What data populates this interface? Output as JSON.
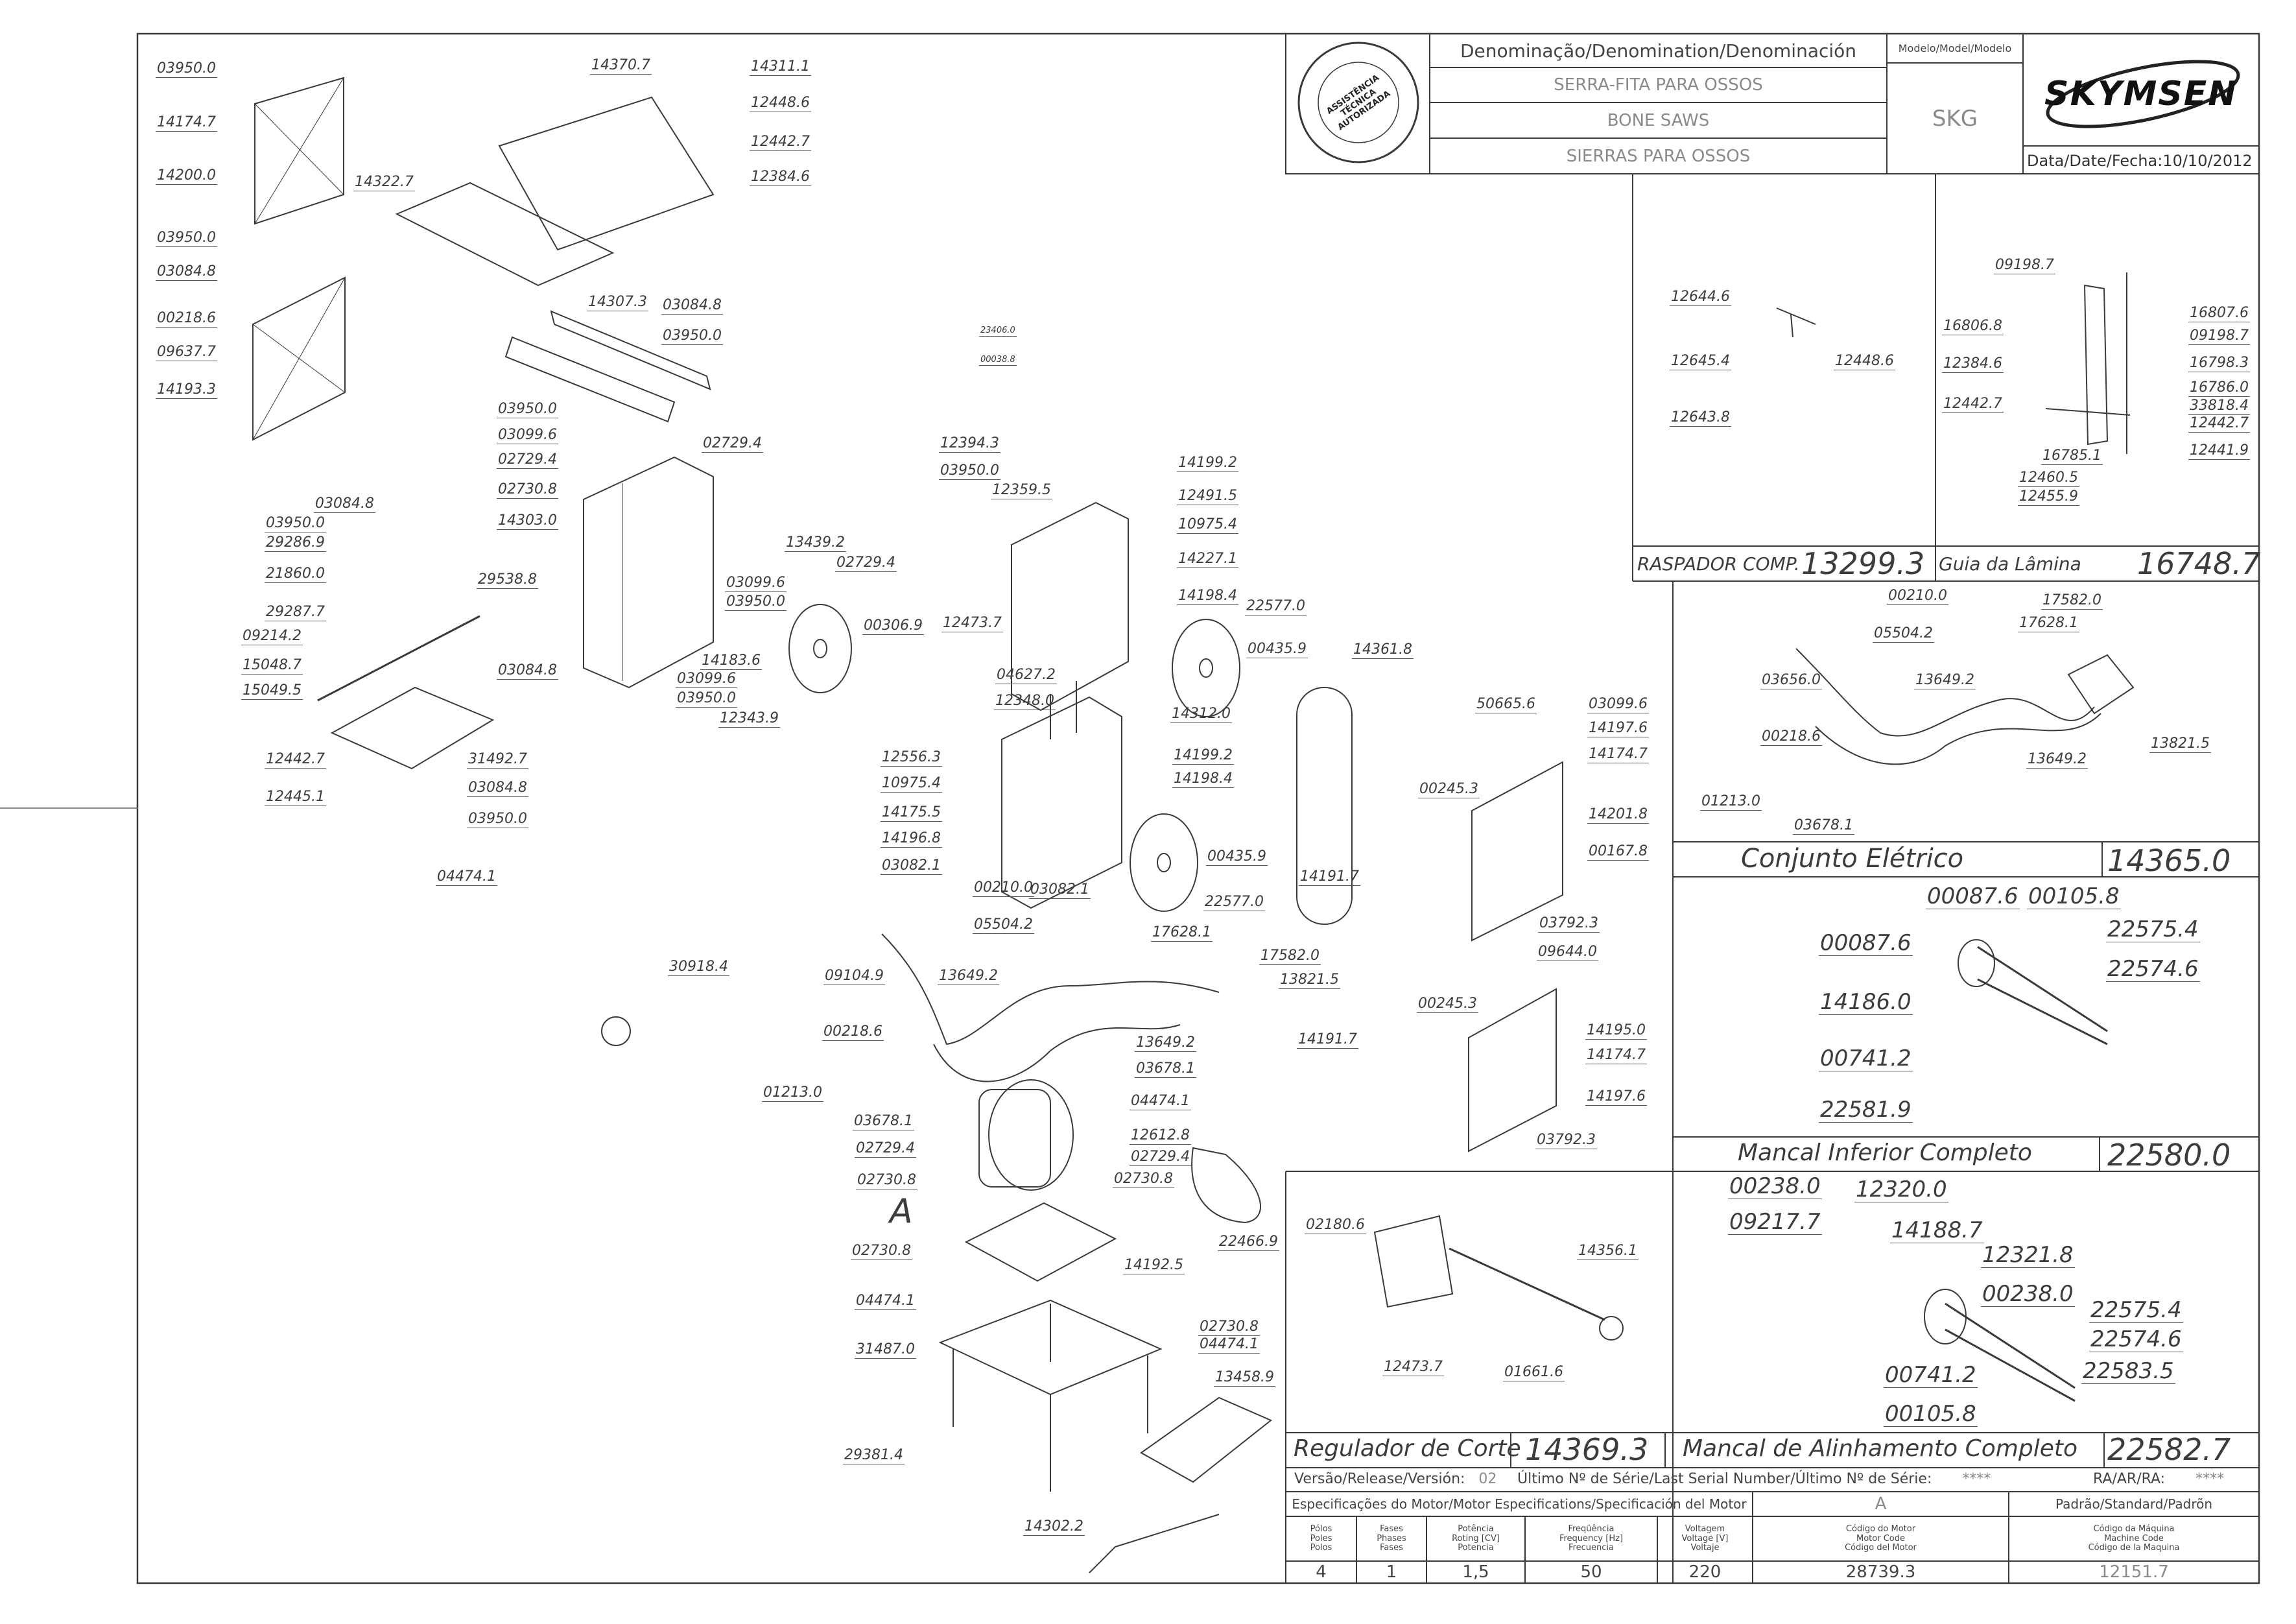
{
  "title_block": {
    "denomination_header": "Denominação/Denomination/Denominación",
    "model_header": "Modelo/Model/Modelo",
    "names": [
      "SERRA-FITA PARA OSSOS",
      "BONE SAWS",
      "SIERRAS PARA OSSOS"
    ],
    "model": "SKG",
    "brand": "SKYMSEN",
    "date_label": "Data/Date/Fecha:",
    "date": "10/10/2012",
    "stamp_text": "ASSISTÊNCIA TÉCNICA AUTORIZADA"
  },
  "subassemblies": {
    "raspador": {
      "label": "RASPADOR COMP.",
      "code": "13299.3"
    },
    "guia": {
      "label": "Guia da Lâmina",
      "code": "16748.7"
    },
    "eletrico": {
      "label": "Conjunto Elétrico",
      "code": "14365.0"
    },
    "mancal_inferior": {
      "label": "Mancal Inferior Completo",
      "code": "22580.0"
    },
    "regulador": {
      "label": "Regulador de Corte",
      "code": "14369.3"
    },
    "mancal_alinhamento": {
      "label": "Mancal de Alinhamento Completo",
      "code": "22582.7"
    }
  },
  "release_row": {
    "version_label": "Versão/Release/Versión:",
    "version": "02",
    "serial_label": "Último Nº de Série/Last Serial Number/Último Nº de Série:",
    "serial": "****",
    "ra_label": "RA/AR/RA:",
    "ra": "****"
  },
  "motor_specs": {
    "title": "Especificações do Motor/Motor Especifications/Specificación del Motor",
    "col_a": "A",
    "standard": "Padrão/Standard/Padrõn",
    "headers": [
      [
        "Pólos",
        "Poles",
        "Polos"
      ],
      [
        "Fases",
        "Phases",
        "Fases"
      ],
      [
        "Potência",
        "Roting [CV]",
        "Potencia"
      ],
      [
        "Freqüência",
        "Frequency [Hz]",
        "Frecuencia"
      ],
      [
        "Voltagem",
        "Voltage [V]",
        "Voltaje"
      ],
      [
        "Código do Motor",
        "Motor Code",
        "Código del Motor"
      ],
      [
        "Código da Máquina",
        "Machine Code",
        "Código de la Maquina"
      ]
    ],
    "values": [
      "4",
      "1",
      "1,5",
      "50",
      "220",
      "28739.3",
      "12151.7"
    ]
  },
  "motor_view_letter": "A",
  "main_labels": [
    "03950.0",
    "14174.7",
    "14200.0",
    "03950.0",
    "03084.8",
    "00218.6",
    "09637.7",
    "14193.3",
    "14370.7",
    "14311.1",
    "12448.6",
    "12442.7",
    "12384.6",
    "14322.7",
    "14307.3",
    "03084.8",
    "03950.0",
    "02729.4",
    "12394.3",
    "03950.0",
    "12359.5",
    "23406.0",
    "00038.8",
    "03950.0",
    "03099.6",
    "02729.4",
    "02730.8",
    "14303.0",
    "29538.8",
    "03099.6",
    "03950.0",
    "03084.8",
    "03099.6",
    "03950.0",
    "03084.8",
    "03950.0",
    "29286.9",
    "21860.0",
    "29287.7",
    "09214.2",
    "15048.7",
    "15049.5",
    "12442.7",
    "12445.1",
    "31492.7",
    "03084.8",
    "03950.0",
    "04474.1",
    "13439.2",
    "02729.4",
    "00306.9",
    "14183.6",
    "12343.9",
    "12473.7",
    "14199.2",
    "12491.5",
    "10975.4",
    "14227.1",
    "14198.4",
    "22577.0",
    "00435.9",
    "14312.0",
    "14361.8",
    "04627.2",
    "12348.0",
    "12556.3",
    "10975.4",
    "14175.5",
    "14196.8",
    "03082.1",
    "03082.1",
    "14199.2",
    "14198.4",
    "00435.9",
    "22577.0",
    "50665.6",
    "03099.6",
    "14197.6",
    "14174.7",
    "14201.8",
    "00167.8",
    "00245.3",
    "03792.3",
    "09644.0",
    "14191.7",
    "00245.3",
    "14195.0",
    "14174.7",
    "14197.6",
    "03792.3",
    "14191.7",
    "00210.0",
    "05504.2",
    "17628.1",
    "17582.0",
    "13821.5",
    "09104.9",
    "13649.2",
    "00218.6",
    "01213.0",
    "13649.2",
    "03678.1",
    "03678.1",
    "30918.4",
    "02729.4",
    "04474.1",
    "12612.8",
    "02729.4",
    "02730.8",
    "02730.8",
    "02730.8",
    "14192.5",
    "22466.9",
    "04474.1",
    "31487.0",
    "02730.8",
    "04474.1",
    "13458.9",
    "29381.4",
    "14302.2"
  ],
  "raspador_labels": [
    "12644.6",
    "12645.4",
    "12448.6",
    "12643.8"
  ],
  "guia_labels": [
    "09198.7",
    "16806.8",
    "16807.6",
    "09198.7",
    "12384.6",
    "16798.3",
    "12442.7",
    "16786.0",
    "33818.4",
    "12442.7",
    "16785.1",
    "12441.9",
    "12460.5",
    "12455.9"
  ],
  "eletrico_labels": [
    "00210.0",
    "17582.0",
    "17628.1",
    "05504.2",
    "03656.0",
    "13649.2",
    "00218.6",
    "13821.5",
    "13649.2",
    "01213.0",
    "03678.1"
  ],
  "mancal_inferior_labels": [
    "00087.6",
    "00105.8",
    "22575.4",
    "00087.6",
    "22574.6",
    "14186.0",
    "00741.2",
    "22581.9"
  ],
  "regulador_labels": [
    "02180.6",
    "14356.1",
    "12473.7",
    "01661.6"
  ],
  "mancal_alinhamento_labels": [
    "00238.0",
    "12320.0",
    "09217.7",
    "14188.7",
    "12321.8",
    "00238.0",
    "22575.4",
    "22574.6",
    "00741.2",
    "22583.5",
    "00105.8"
  ]
}
